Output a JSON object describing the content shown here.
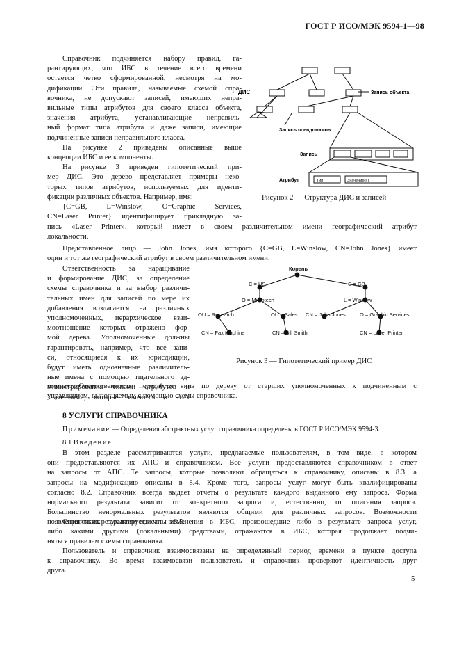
{
  "header": "ГОСТ Р ИСО/МЭК 9594-1—98",
  "para1": [
    "Справочник подчиняется набору правил, га-",
    "рантирующих, что ИБС в течение всего времени",
    "остается четко сформированной, несмотря на мо-",
    "дификации. Эти правила, называемые схемой спра-",
    "вочника, не допускают записей, имеющих непра-",
    "вильные типы атрибутов для своего класса объекта,",
    "значения атрибута, устанавливающие неправиль-",
    "ный формат типа атрибута и даже записи, имеющие",
    "подчиненные записи неправильного класса."
  ],
  "para2": [
    "На рисунке 2 приведены описанные выше",
    "концепции ИБС и ее компоненты."
  ],
  "para3": [
    "На рисунке 3 приведен гипотетический при-",
    "мер ДИС. Это дерево представляет примеры неко-",
    "торых типов атрибутов, используемых для иденти-",
    "фикации различных объектов. Например, имя:"
  ],
  "para4": [
    "{C=GB, L=Winslow, O=Graphic Services,",
    "CN=Laser Printer} идентифицирует прикладную за-"
  ],
  "para4b": [
    "пись «Laser Printer», который имеет в своем различительном имени географический атрибут",
    "локальности."
  ],
  "para5": [
    "Представленное лицо — John Jones, имя которого {C=GB, L=Winslow, CN=John Jones} имеет",
    "один и тот же географический атрибут в своем различительном имени."
  ],
  "para6": [
    "Ответственность за наращивание",
    "и формирование ДИС, за определение",
    "схемы справочника и за выбор различи-",
    "тельных имен для записей по мере их",
    "добавления возлагается на различных",
    "уполномоченных, иерархическое взаи-",
    "моотношение которых отражено фор-",
    "мой дерева. Уполномоченные должны",
    "гарантировать, например, что все запи-",
    "си, относящиеся к их юрисдикции,",
    "будут иметь однозначные различитель-",
    "ные имена с помощью тщательного ад-",
    "министрирования типами атрибутов и",
    "значениями, которые имеются в этих"
  ],
  "para6b": [
    "именах. Ответственность передается вниз по дереву от старших уполномоченных к подчиненным с",
    "управлением, выполняемым с помощью схемы справочника."
  ],
  "fig2": {
    "caption": "Рисунок 2 — Структура ДИС и записей",
    "label_dis": "ДИС",
    "label_object": "Запись объекта",
    "label_alias": "Запись псевдонимов",
    "label_entry": "Запись",
    "label_attr": "Атрибут",
    "label_type": "Тип",
    "label_value": "Значение(я)"
  },
  "fig3": {
    "caption": "Рисунок 3 — Гипотетический пример ДИС",
    "root": "Корень",
    "c_us": "C = US",
    "c_gb": "C = GB",
    "o_microtech": "O = Microtech",
    "l_winslow": "L = Winslow",
    "ou_research": "OU = Research",
    "ou_sales": "OU = Sales",
    "cn_john": "CN = John Jones",
    "o_graphic": "O = Graphic Services",
    "cn_fax": "CN = Fax Machine",
    "cn_bill": "CN = Bill Smith",
    "cn_laser": "CN = Laser Printer"
  },
  "section8": {
    "title": "8  УСЛУГИ СПРАВОЧНИКА",
    "note_label": "Примечание",
    "note_text": " — Определения абстрактных услуг справочника определены в ГОСТ Р ИСО/МЭК 9594-3.",
    "sub_num": "8.1 ",
    "sub_title": "Введение"
  },
  "para7": [
    "В этом разделе рассматриваются услуги, предлагаемые пользователям, в том виде, в котором",
    "они предоставляются их АПС и справочником. Все услуги предоставляются справочником в ответ",
    "на запросы от АПС. Те запросы, которые позволяют обращаться к справочнику, описаны в 8.3, а",
    "запросы на модификацию описаны в 8.4. Кроме того, запросы услуг могут быть квалифицированы",
    "согласно 8.2. Справочник всегда выдает отчеты о результате каждого выданного ему запроса. Форма",
    "нормального результата зависит от конкретного запроса и, естественно, от описания запроса.",
    "Большинство ненормальных результатов являются общими для различных запросов. Возможности",
    "появления таких результатов описаны в 8.5."
  ],
  "para8": [
    "Справочник гарантирует, что изменения в ИБС, произошедшие либо в результате запроса услуг,",
    "либо какими другими (локальными) средствами, отражаются в ИБС, которая продолжает подчи-",
    "няться правилам схемы справочника."
  ],
  "para9": [
    "Пользователь и справочник взаимосвязаны на определенный период времени в пункте доступа",
    "к справочнику. Во время взаимосвязи пользователь и справочник проверяют идентичность друг",
    "друга."
  ],
  "page_number": "5"
}
